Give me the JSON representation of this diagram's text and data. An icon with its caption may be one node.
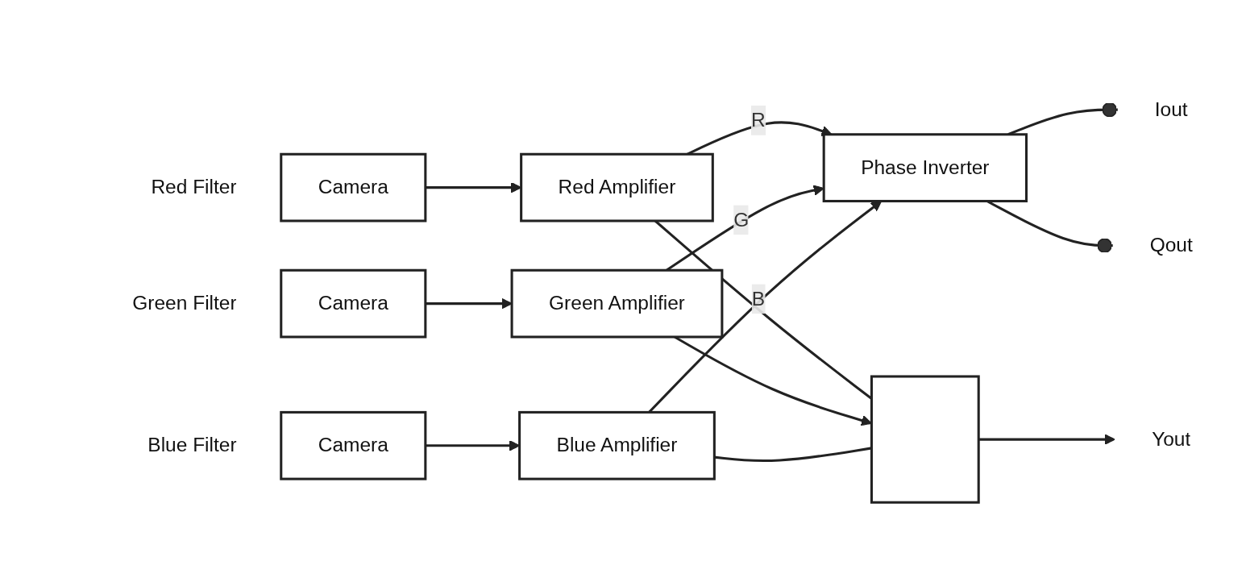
{
  "diagram": {
    "nodes": [
      {
        "text": [
          "Camera"
        ],
        "beside": [
          "Red Filter"
        ]
      },
      {
        "text": [
          "Red Amplifier"
        ]
      },
      {
        "text": [
          "Camera"
        ],
        "beside": [
          "Green Filter"
        ]
      },
      {
        "text": [
          "Green Amplifier"
        ]
      },
      {
        "text": [
          "Camera"
        ],
        "beside": [
          "Blue Filter"
        ]
      },
      {
        "text": [
          "Blue Amplifier"
        ]
      },
      {
        "text": [],
        "shape": "box"
      },
      {
        "text": [
          "Phase Inverter"
        ]
      },
      {
        "text": [
          "Yout"
        ]
      },
      {
        "text": [
          "Iout"
        ]
      },
      {
        "text": [
          "Qout"
        ]
      }
    ],
    "edges": [
      {
        "from": 0,
        "to": 1,
        "arrow": "to"
      },
      {
        "from": 2,
        "to": 3,
        "arrow": "to"
      },
      {
        "from": 4,
        "to": 5,
        "arrow": "to"
      },
      {
        "from": 1,
        "to": 7,
        "arrow": "to",
        "label": "R"
      },
      {
        "from": 3,
        "to": 7,
        "arrow": "to",
        "label": "G"
      },
      {
        "from": 5,
        "to": 7,
        "arrow": "to",
        "label": "B"
      },
      {
        "from": 1,
        "to": 6,
        "arrow": "none"
      },
      {
        "from": 3,
        "to": 6,
        "arrow": "to"
      },
      {
        "from": 5,
        "to": 6,
        "arrow": "none"
      },
      {
        "from": 6,
        "to": 8,
        "arrow": "to"
      },
      {
        "from": 7,
        "to": 9,
        "arrow": "other"
      },
      {
        "from": 7,
        "to": 10,
        "arrow": "other"
      }
    ]
  }
}
